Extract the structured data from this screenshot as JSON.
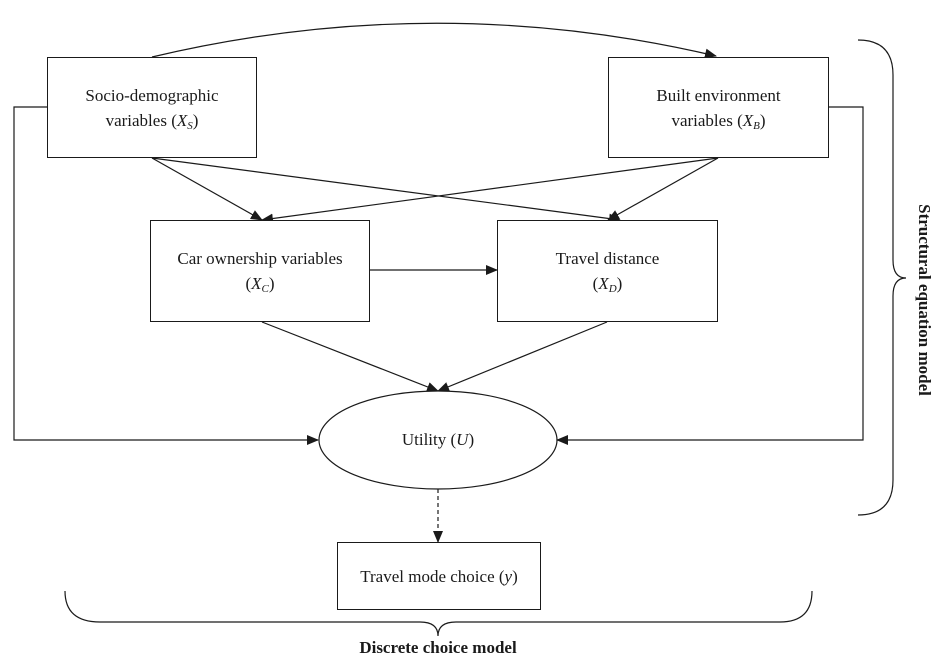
{
  "nodes": {
    "socio": {
      "line1": "Socio-demographic",
      "line2_prefix": "variables (",
      "sym": "X",
      "sub": "S",
      "suffix": ")"
    },
    "built": {
      "line1": "Built environment",
      "line2_prefix": "variables (",
      "sym": "X",
      "sub": "B",
      "suffix": ")"
    },
    "car": {
      "line1": "Car ownership variables",
      "line2_prefix": "(",
      "sym": "X",
      "sub": "C",
      "suffix": ")"
    },
    "distance": {
      "line1": "Travel distance",
      "line2_prefix": "(",
      "sym": "X",
      "sub": "D",
      "suffix": ")"
    },
    "utility": {
      "prefix": "Utility (",
      "sym": "U",
      "suffix": ")"
    },
    "mode": {
      "prefix": "Travel mode choice (",
      "sym": "y",
      "suffix": ")"
    }
  },
  "brackets": {
    "structural": "Structural equation model",
    "discrete": "Discrete choice model"
  },
  "colors": {
    "line": "#1a1a1a",
    "background": "#ffffff"
  }
}
